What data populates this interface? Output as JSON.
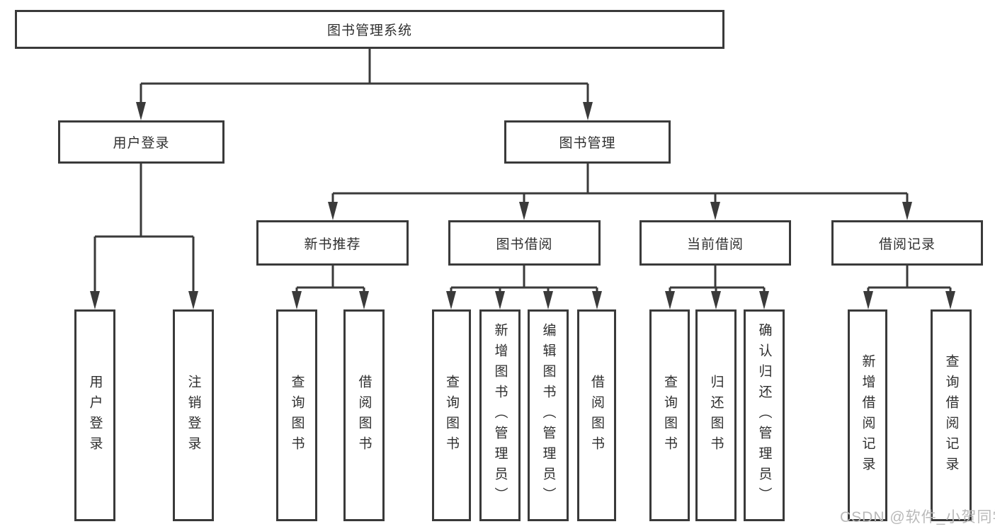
{
  "nodes": {
    "root": "图书管理系统",
    "user_login": "用户登录",
    "book_management": "图书管理",
    "new_book_recommend": "新书推荐",
    "book_borrowing": "图书借阅",
    "current_borrowing": "当前借阅",
    "borrowing_records": "借阅记录",
    "login": "用户登录",
    "logout": "注销登录",
    "nb_query_books": "查询图书",
    "nb_borrow_books": "借阅图书",
    "bb_query_books": "查询图书",
    "bb_add_book_admin": "新增图书（管理员）",
    "bb_edit_book_admin": "编辑图书（管理员）",
    "bb_borrow_books": "借阅图书",
    "cb_query_books": "查询图书",
    "cb_return_books": "归还图书",
    "cb_confirm_return_admin": "确认归还（管理员）",
    "br_add_record": "新增借阅记录",
    "br_query_record": "查询借阅记录"
  },
  "watermark": "CSDN @软件_小贺同学",
  "colors": {
    "line": "#3a3a3a",
    "text": "#2f2f2f",
    "watermark": "#b9b9b9",
    "background": "#ffffff"
  }
}
